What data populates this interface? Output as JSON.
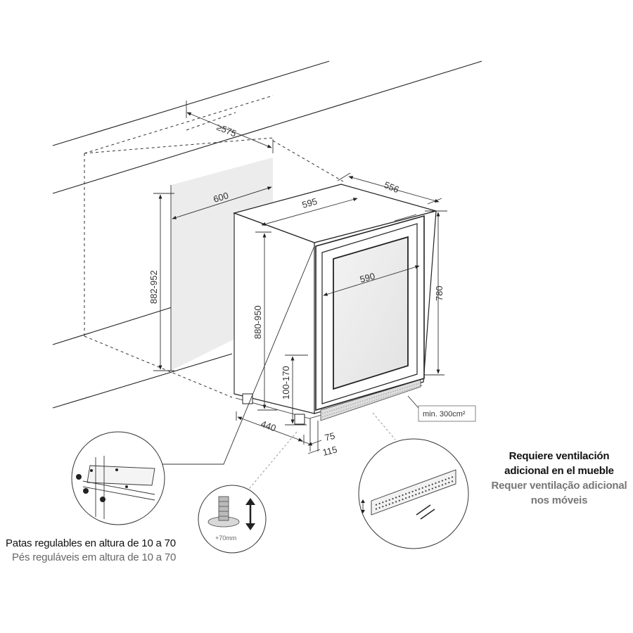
{
  "dimensions": {
    "niche_depth": "≥575",
    "niche_width": "600",
    "niche_height": "882-952",
    "unit_width": "595",
    "unit_depth": "556",
    "unit_height": "780",
    "door_width": "590",
    "unit_height_adjustable": "880-950",
    "plinth_height": "100-170",
    "foot_depth": "440",
    "door_offset": "75",
    "door_offset_total": "115",
    "ventilation_area": "min. 300cm²",
    "leg_travel": "+70mm"
  },
  "captions": {
    "legs_es": "Patas regulables en altura de 10 a 70",
    "legs_pt": "Pés reguláveis em altura de 10 a 70",
    "vent_es_line1": "Requiere ventilación",
    "vent_es_line2": "adicional en el mueble",
    "vent_pt_line1": "Requer ventilação adicional",
    "vent_pt_line2": "nos móveis"
  },
  "colors": {
    "line": "#222222",
    "niche_fill": "#ececec",
    "glass_fill": "#eeeeee"
  }
}
